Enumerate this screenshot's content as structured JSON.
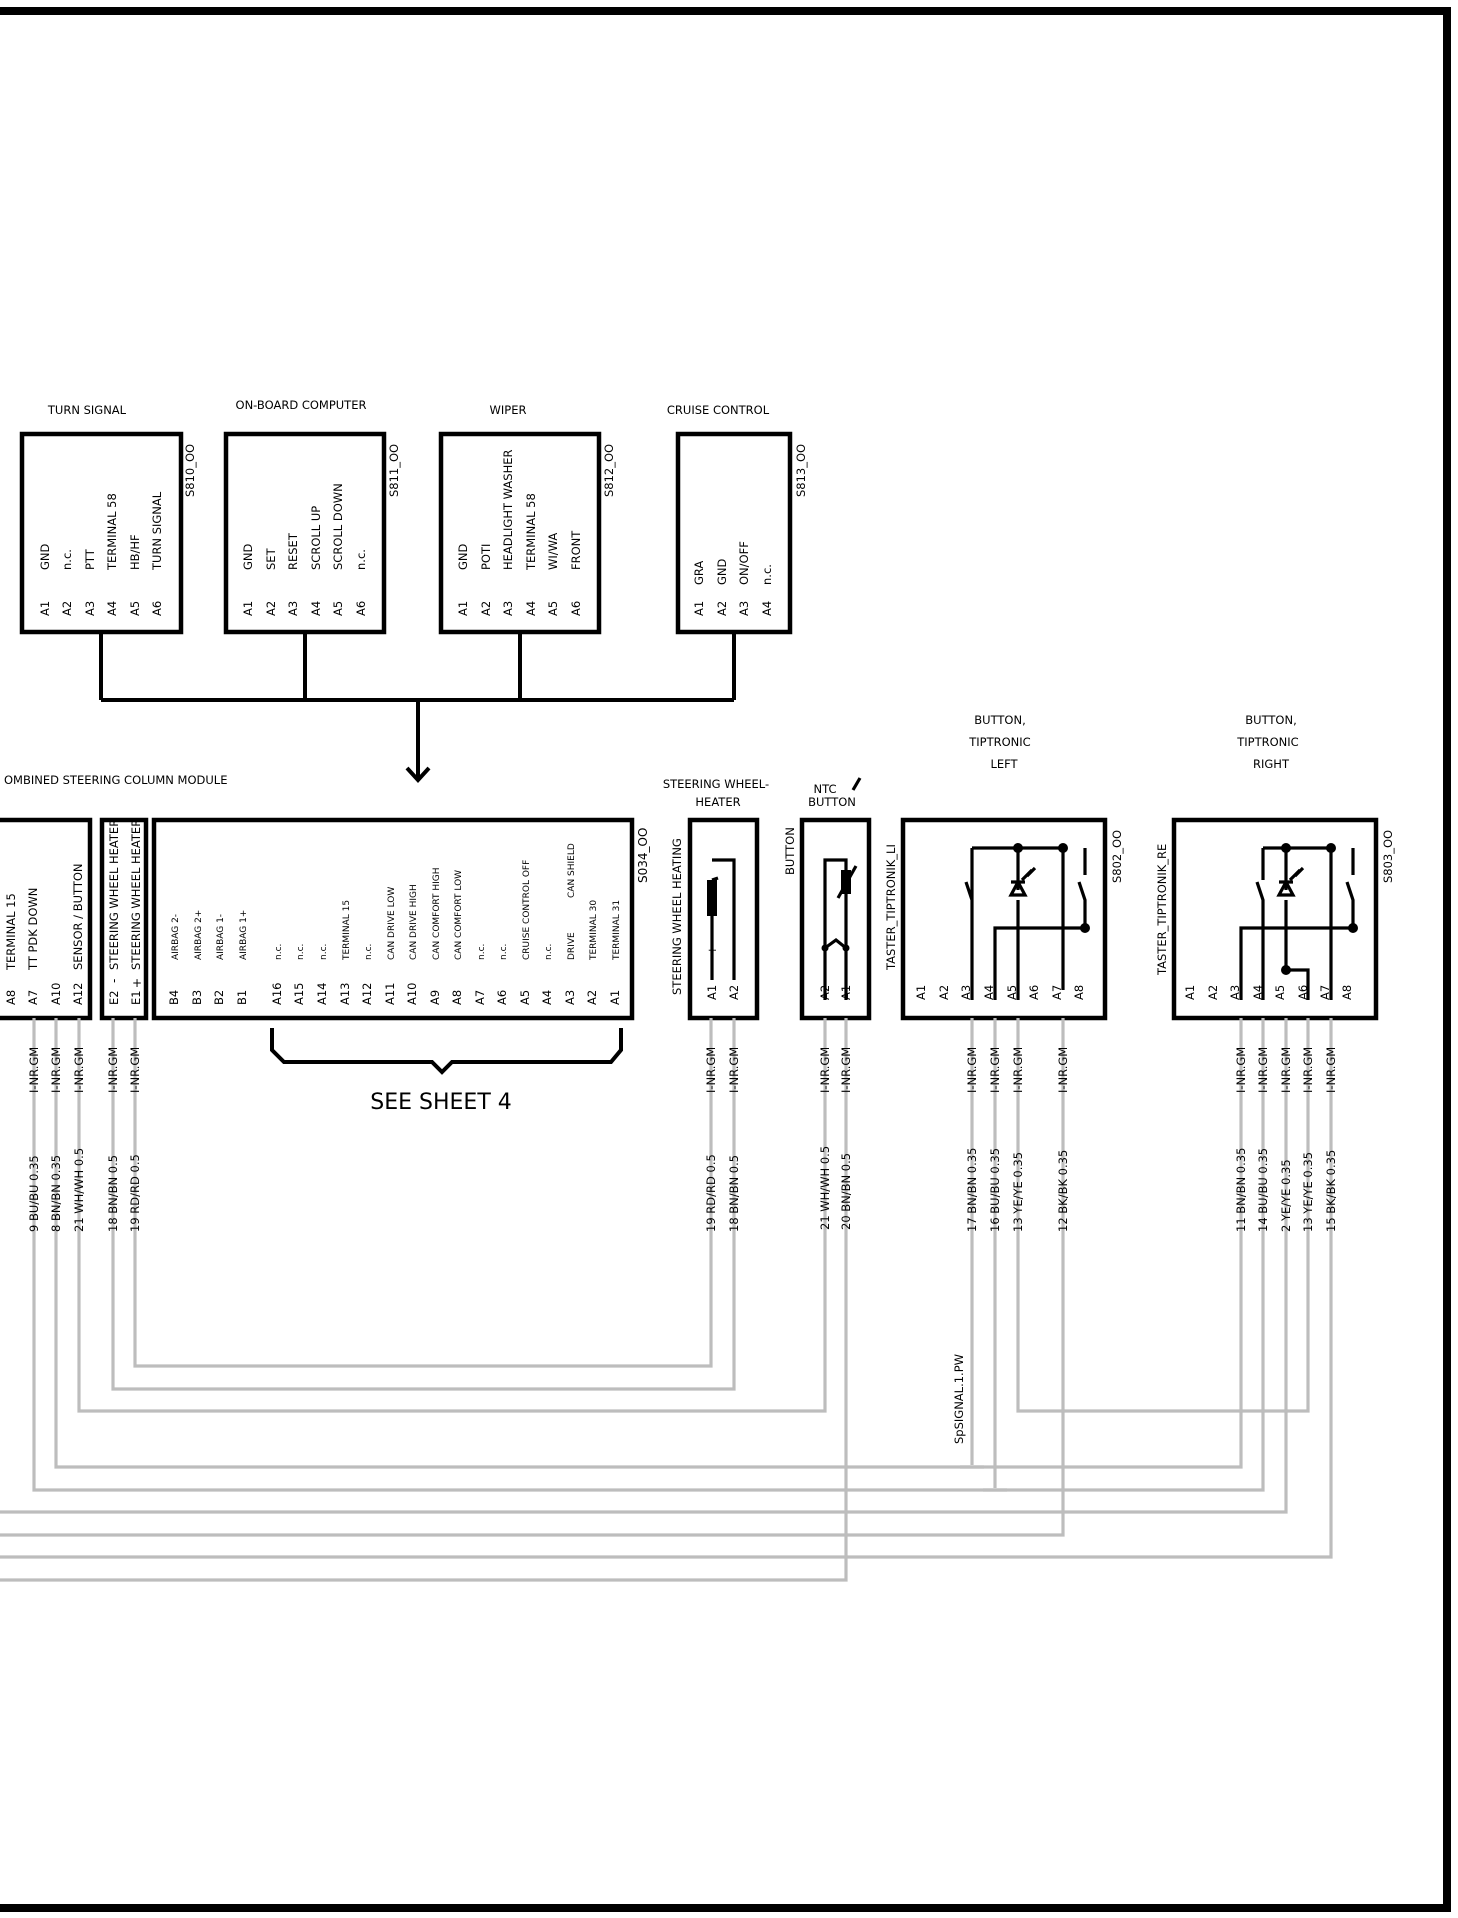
{
  "upper_modules": [
    {
      "id": "turn",
      "title": "TURN SIGNAL",
      "code": "S810_OO",
      "pins": [
        "A1",
        "A2",
        "A3",
        "A4",
        "A5",
        "A6"
      ],
      "functions": [
        "GND",
        "n.c.",
        "PTT",
        "TERMINAL 58",
        "HB/HF",
        "TURN SIGNAL"
      ]
    },
    {
      "id": "obc",
      "title": "ON-BOARD COMPUTER",
      "code": "S811_OO",
      "pins": [
        "A1",
        "A2",
        "A3",
        "A4",
        "A5",
        "A6"
      ],
      "functions": [
        "GND",
        "SET",
        "RESET",
        "SCROLL UP",
        "SCROLL DOWN",
        "n.c."
      ]
    },
    {
      "id": "wiper",
      "title": "WIPER",
      "code": "S812_OO",
      "pins": [
        "A1",
        "A2",
        "A3",
        "A4",
        "A5",
        "A6"
      ],
      "functions": [
        "GND",
        "POTI",
        "HEADLIGHT WASHER",
        "TERMINAL 58",
        "WI/WA",
        "FRONT"
      ]
    },
    {
      "id": "cruise",
      "title": "CRUISE CONTROL",
      "code": "S813_OO",
      "pins": [
        "A1",
        "A2",
        "A3",
        "A4"
      ],
      "functions": [
        "GRA",
        "GND",
        "ON/OFF",
        "n.c."
      ]
    }
  ],
  "combined_module": {
    "title": "OMBINED STEERING COLUMN    MODULE",
    "code": "S034_OO",
    "left_part": {
      "pins": [
        "A8",
        "A7",
        "A10",
        "A12"
      ],
      "functions": [
        "TERMINAL 15",
        "TT PDK DOWN",
        "SENSOR  /  BUTTON"
      ]
    },
    "heater_part": {
      "pins": [
        "E2",
        "E1"
      ],
      "signs": [
        "-",
        "+"
      ],
      "functions": [
        "STEERING WHEEL HEATER",
        "STEERING WHEEL HEATER"
      ]
    },
    "main_part": {
      "pins": [
        "B4",
        "B3",
        "B2",
        "B1",
        "A16",
        "A15",
        "A14",
        "A13",
        "A12",
        "A11",
        "A10",
        "A9",
        "A8",
        "A7",
        "A6",
        "A5",
        "A4",
        "A3",
        "A2",
        "A1"
      ],
      "functions": [
        "AIRBAG    2-",
        "AIRBAG    2+",
        "AIRBAG    1-",
        "AIRBAG    1+",
        "n.c.",
        "n.c.",
        "n.c.",
        "TERMINAL 15",
        "n.c.",
        "CAN DRIVE LOW",
        "CAN DRIVE HIGH",
        "CAN COMFORT HIGH",
        "CAN COMFORT LOW",
        "n.c.",
        "n.c.",
        "CRUISE CONTROL OFF",
        "n.c.",
        "DRIVE",
        "TERMINAL 30",
        "TERMINAL 31"
      ],
      "extra_label": "CAN   SHIELD"
    },
    "see_sheet": "SEE SHEET 4"
  },
  "heating": {
    "title_line1": "STEERING WHEEL-",
    "title_line2": "HEATER",
    "side_label": "STEERING WHEEL    HEATING",
    "pins": [
      "A1",
      "A2"
    ],
    "signs": [
      "+",
      "-"
    ]
  },
  "ntc": {
    "title_line1": "NTC",
    "title_line2": "BUTTON",
    "side_label": "BUTTON",
    "pins": [
      "A2",
      "A1"
    ]
  },
  "tiptronic_left": {
    "title": [
      "BUTTON,",
      "TIPTRONIC",
      "LEFT"
    ],
    "code": "S802_OO",
    "side_label": "TASTER_TIPTRONIK_LI",
    "pins": [
      "A1",
      "A2",
      "A3",
      "A4",
      "A5",
      "A6",
      "A7",
      "A8"
    ]
  },
  "tiptronic_right": {
    "title": [
      "BUTTON,",
      "TIPTRONIC",
      "RIGHT"
    ],
    "code": "S803_OO",
    "side_label": "TASTER_TIPTRONIK_RE",
    "pins": [
      "A1",
      "A2",
      "A3",
      "A4",
      "A5",
      "A6",
      "A7",
      "A8"
    ]
  },
  "wire_type": "I-NR.GM",
  "wire_groups": [
    {
      "id": "left",
      "labels": [
        "9 BU/BU 0.35",
        "8 BN/BN 0.35",
        "21 WH/WH 0.5",
        "18 BN/BN 0.5",
        "19 RD/RD 0.5"
      ]
    },
    {
      "id": "heat",
      "labels": [
        "19 RD/RD 0.5",
        "18 BN/BN 0.5"
      ]
    },
    {
      "id": "ntc",
      "labels": [
        "21 WH/WH 0.5",
        "20 BN/BN 0.5"
      ]
    },
    {
      "id": "tipl",
      "labels": [
        "17 BN/BN 0.35",
        "16 BU/BU 0.35",
        "13 YE/YE 0.35",
        "12 BK/BK 0.35"
      ]
    },
    {
      "id": "tipr",
      "labels": [
        "11 BN/BN 0.35",
        "14 BU/BU 0.35",
        "2 YE/YE 0.35",
        "13 YE/YE 0.35",
        "15 BK/BK 0.35"
      ]
    }
  ],
  "signal_label": "SpSIGNAL.1.PW"
}
